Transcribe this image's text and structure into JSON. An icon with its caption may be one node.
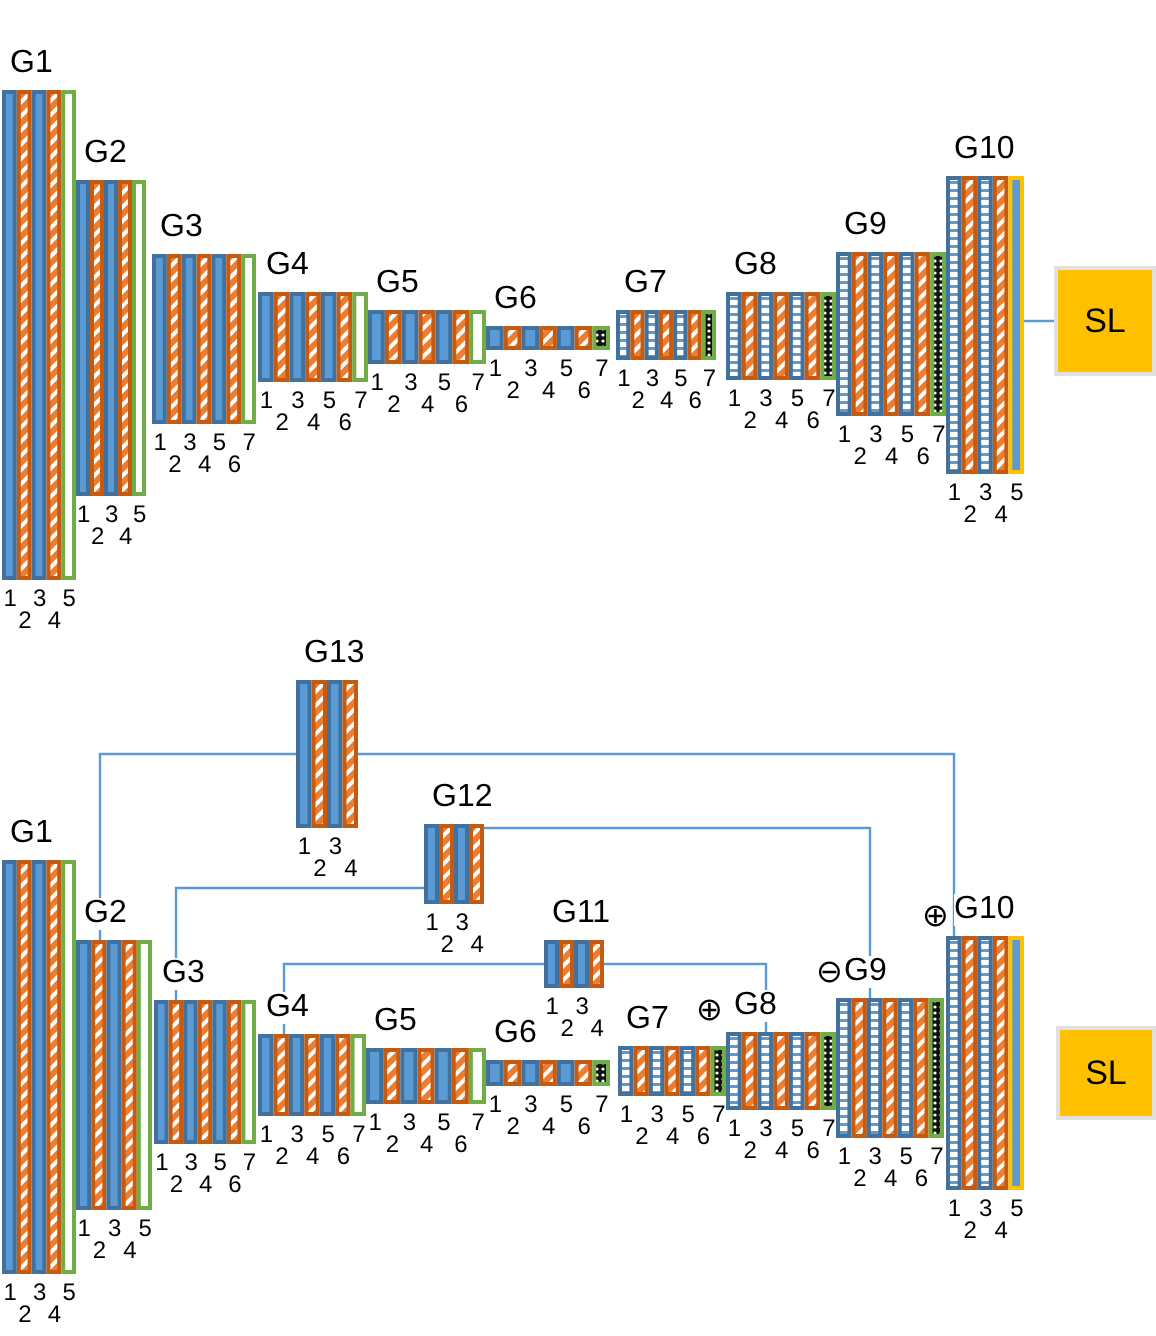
{
  "diagram": {
    "nodes": [
      {
        "text": [
          "G1"
        ],
        "beside": [
          "1",
          "2",
          "3",
          "4",
          "5"
        ]
      },
      {
        "text": [
          "G2"
        ],
        "beside": [
          "1",
          "2",
          "3",
          "4",
          "5"
        ]
      },
      {
        "text": [
          "G3"
        ],
        "beside": [
          "1",
          "2",
          "3",
          "4",
          "5",
          "6",
          "7"
        ]
      },
      {
        "text": [
          "G4"
        ],
        "beside": [
          "1",
          "2",
          "3",
          "4",
          "5",
          "6",
          "7"
        ]
      },
      {
        "text": [
          "G5"
        ],
        "beside": [
          "1",
          "2",
          "3",
          "4",
          "5",
          "6",
          "7"
        ]
      },
      {
        "text": [
          "G6"
        ],
        "beside": [
          "1",
          "2",
          "3",
          "4",
          "5",
          "6",
          "7"
        ]
      },
      {
        "text": [
          "G7"
        ],
        "beside": [
          "1",
          "2",
          "3",
          "4",
          "5",
          "6",
          "7"
        ]
      },
      {
        "text": [
          "G8"
        ],
        "beside": [
          "1",
          "2",
          "3",
          "4",
          "5",
          "6",
          "7"
        ]
      },
      {
        "text": [
          "G9"
        ],
        "beside": [
          "1",
          "2",
          "3",
          "4",
          "5",
          "6",
          "7"
        ]
      },
      {
        "text": [
          "G10"
        ],
        "beside": [
          "1",
          "2",
          "3",
          "4",
          "5"
        ]
      },
      {
        "text": [
          "SL"
        ]
      },
      {
        "text": [
          "G1"
        ],
        "beside": [
          "1",
          "2",
          "3",
          "4",
          "5"
        ]
      },
      {
        "text": [
          "G2"
        ],
        "beside": [
          "1",
          "2",
          "3",
          "4",
          "5"
        ]
      },
      {
        "text": [
          "G3"
        ],
        "beside": [
          "1",
          "2",
          "3",
          "4",
          "5",
          "6",
          "7"
        ]
      },
      {
        "text": [
          "G4"
        ],
        "beside": [
          "1",
          "2",
          "3",
          "4",
          "5",
          "6",
          "7"
        ]
      },
      {
        "text": [
          "G5"
        ],
        "beside": [
          "1",
          "2",
          "3",
          "4",
          "5",
          "6",
          "7"
        ]
      },
      {
        "text": [
          "G6"
        ],
        "beside": [
          "1",
          "2",
          "3",
          "4",
          "5",
          "6",
          "7"
        ]
      },
      {
        "text": [
          "G7"
        ],
        "beside": [
          "1",
          "2",
          "3",
          "4",
          "5",
          "6",
          "7"
        ]
      },
      {
        "text": [
          "G8"
        ],
        "beside": [
          "1",
          "2",
          "3",
          "4",
          "5",
          "6",
          "7"
        ]
      },
      {
        "text": [
          "G9"
        ],
        "beside": [
          "1",
          "2",
          "3",
          "4",
          "5",
          "6",
          "7"
        ]
      },
      {
        "text": [
          "G10"
        ],
        "beside": [
          "1",
          "2",
          "3",
          "4",
          "5"
        ]
      },
      {
        "text": [
          "G11"
        ],
        "beside": [
          "1",
          "2",
          "3",
          "4"
        ]
      },
      {
        "text": [
          "G12"
        ],
        "beside": [
          "1",
          "2",
          "3",
          "4"
        ]
      },
      {
        "text": [
          "G13"
        ],
        "beside": [
          "1",
          "2",
          "3",
          "4"
        ]
      },
      {
        "text": [
          "SL"
        ]
      }
    ],
    "edges": [
      {
        "from": 9,
        "to": 10,
        "arrow": "none"
      },
      {
        "from": 12,
        "to": 23,
        "arrow": "none"
      },
      {
        "from": 23,
        "to": 20,
        "arrow": "none"
      },
      {
        "from": 13,
        "to": 22,
        "arrow": "none"
      },
      {
        "from": 22,
        "to": 19,
        "arrow": "none"
      },
      {
        "from": 14,
        "to": 21,
        "arrow": "none"
      },
      {
        "from": 21,
        "to": 18,
        "arrow": "none"
      }
    ],
    "labels": [
      "⊕",
      "⊖",
      "⊕"
    ]
  }
}
